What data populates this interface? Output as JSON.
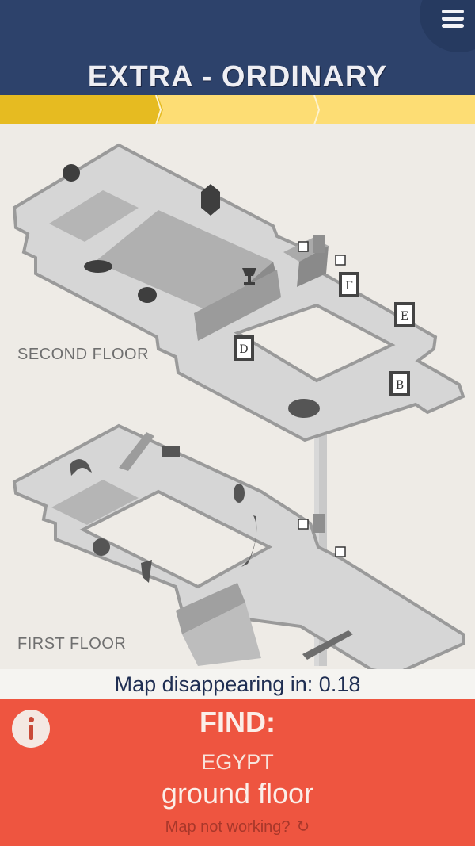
{
  "header": {
    "title": "EXTRA - ORDINARY",
    "menu_icon": "hamburger-menu-icon",
    "bg_color": "#2d426b"
  },
  "progress": {
    "segments": [
      {
        "state": "completed",
        "color": "#e6bb21"
      },
      {
        "state": "pending",
        "color": "#fddd74"
      },
      {
        "state": "pending",
        "color": "#fddd74"
      }
    ]
  },
  "map": {
    "floors": [
      {
        "label": "SECOND FLOOR",
        "exhibits": [
          "buddha-head-icon",
          "framed-portrait-icon",
          "paint-palette-icon",
          "chalice-icon",
          "pot-icon",
          "letter-frame-F-icon",
          "letter-frame-E-icon",
          "letter-frame-D-icon",
          "letter-frame-B-icon",
          "mosaic-icon"
        ],
        "facilities": [
          "lift-icon",
          "lift-icon"
        ]
      },
      {
        "label": "FIRST FLOOR",
        "exhibits": [
          "spider-crab-icon",
          "wagon-icon",
          "owl-icon",
          "dinosaur-skeleton-icon",
          "ammonite-icon",
          "crystal-icon",
          "biplane-icon"
        ],
        "facilities": [
          "lift-icon",
          "lift-icon"
        ]
      }
    ]
  },
  "timer": {
    "label": "Map disappearing in: 0.18"
  },
  "find": {
    "title": "FIND:",
    "target": "EGYPT",
    "floor": "ground floor",
    "help_link": "Map not working?",
    "refresh_icon": "↻",
    "info_icon": "info-icon",
    "bg_color": "#ee5540"
  }
}
